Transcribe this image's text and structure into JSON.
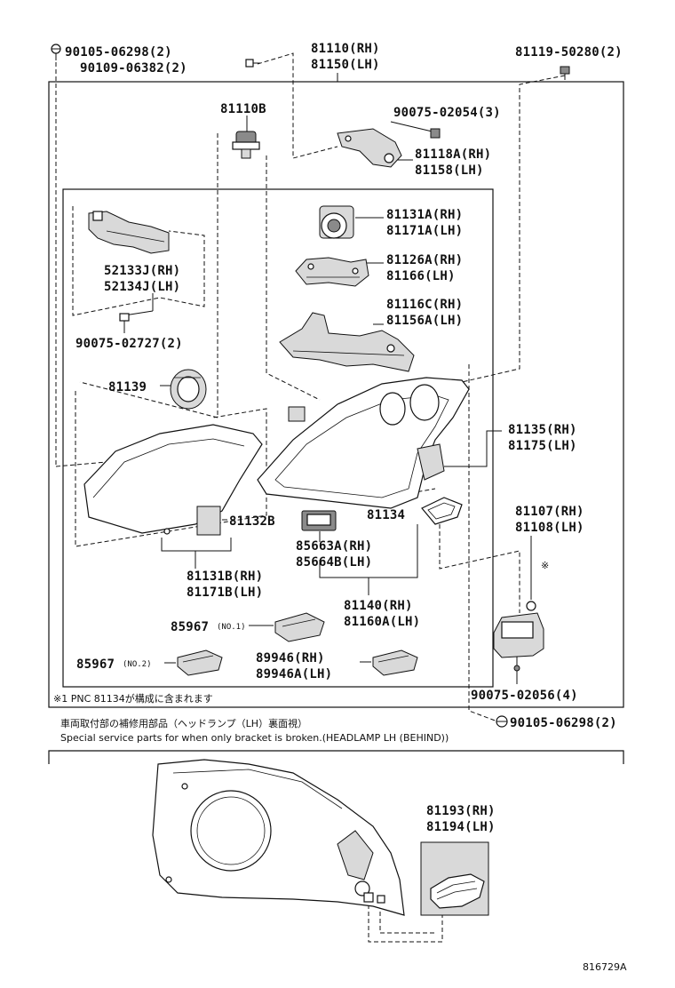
{
  "diagram": {
    "labels": {
      "bolt_top_left": "90105-06298(2)",
      "screw_top": "90109-06382(2)",
      "assy_rh": "81110(RH)",
      "assy_lh": "81150(LH)",
      "bolt_top_right": "81119-50280(2)",
      "bulb": "81110B",
      "screw_bracket": "90075-02054(3)",
      "bracket_rh": "81118A(RH)",
      "bracket_lh": "81158(LH)",
      "projector_rh": "81131A(RH)",
      "projector_lh": "81171A(LH)",
      "actuator_rh": "81126A(RH)",
      "actuator_lh": "81166(LH)",
      "reflector_rh": "81116C(RH)",
      "reflector_lh": "81156A(LH)",
      "clip_rh": "52133J(RH)",
      "clip_lh": "52134J(LH)",
      "screw_clip": "90075-02727(2)",
      "cap": "81139",
      "housing_rh": "81135(RH)",
      "housing_lh": "81175(LH)",
      "lens": "81132B",
      "gasket": "81134",
      "ballast_rh": "81107(RH)",
      "ballast_lh": "81108(LH)",
      "ecu_rh": "85663A(RH)",
      "ecu_lh": "85664B(LH)",
      "lens_assy_rh": "81131B(RH)",
      "lens_assy_lh": "81171B(LH)",
      "sub_assy_rh": "81140(RH)",
      "sub_assy_lh": "81160A(LH)",
      "module_no1": "85967",
      "module_no1_note": "(NO.1)",
      "module_no2": "85967",
      "module_no2_note": "(NO.2)",
      "unit_rh": "89946(RH)",
      "unit_lh": "89946A(LH)",
      "screw_ballast": "90075-02056(4)",
      "bolt_bottom": "90105-06298(2)",
      "repair_bracket_rh": "81193(RH)",
      "repair_bracket_lh": "81194(LH)",
      "figure_id": "816729A"
    },
    "footnote": "※1  PNC 81134が構成に含まれます",
    "caption_jp": "車両取付部の補修用部品（ヘッドランプ（LH）裏面視）",
    "caption_en": "Special service parts for when only bracket is broken.(HEADLAMP LH (BEHIND))",
    "footnote_marker": "※"
  }
}
